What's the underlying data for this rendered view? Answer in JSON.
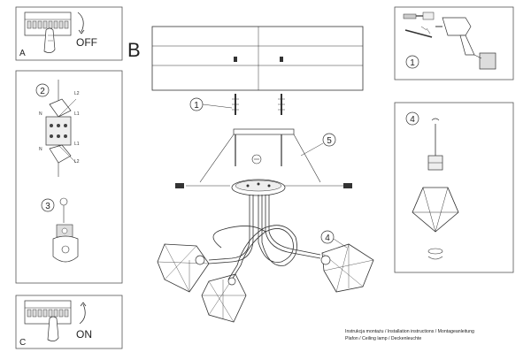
{
  "panels": {
    "a": {
      "letter": "A",
      "switch_label": "OFF"
    },
    "c": {
      "letter": "C",
      "switch_label": "ON"
    },
    "main": {
      "letter": "B"
    }
  },
  "callouts": {
    "tools": "1",
    "wiring": "2",
    "connector": "3",
    "shade": "4",
    "dowels": "1",
    "canopy": "5",
    "arm_shade": "4"
  },
  "wiring_labels": {
    "n_top": "N",
    "l_top": "L2",
    "l1_top": "L1",
    "n_bottom": "N",
    "l1_bottom": "L1",
    "l2_bottom": "L2"
  },
  "footer": {
    "line1": "Instrukcja montażu / Installation instructions / Montageanleitung",
    "line2": "Plafon / Ceiling lamp / Deckenleuchte"
  }
}
